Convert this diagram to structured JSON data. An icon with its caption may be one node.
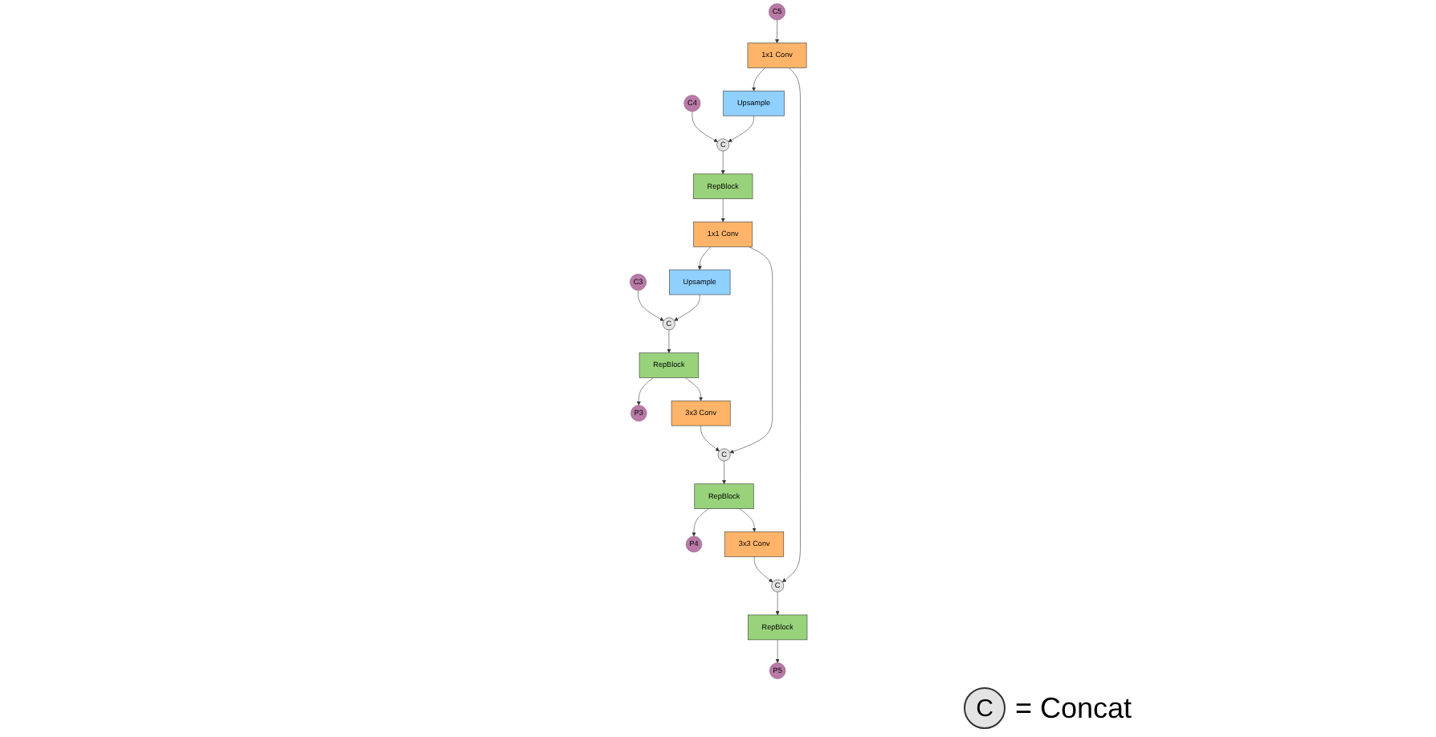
{
  "diagram": {
    "nodes": [
      {
        "text": [
          "C3"
        ]
      },
      {
        "text": [
          "C"
        ]
      },
      {
        "text": [
          "RepBlock"
        ]
      },
      {
        "text": [
          "P3"
        ]
      },
      {
        "text": [
          "Upsample"
        ]
      },
      {
        "text": [
          "3x3 Conv"
        ]
      },
      {
        "text": [
          "1x1 Conv"
        ]
      },
      {
        "text": [
          "C"
        ]
      },
      {
        "text": [
          "RepBlock"
        ]
      },
      {
        "text": [
          "RepBlock"
        ]
      },
      {
        "text": [
          "C4"
        ]
      },
      {
        "text": [
          "C"
        ]
      },
      {
        "text": [
          "P4"
        ]
      },
      {
        "text": [
          "3x3 Conv"
        ]
      },
      {
        "text": [
          "Upsample"
        ]
      },
      {
        "text": [
          "C"
        ]
      },
      {
        "text": [
          "C5"
        ]
      },
      {
        "text": [
          "1x1 Conv"
        ]
      },
      {
        "text": [
          "RepBlock"
        ]
      },
      {
        "text": [
          "P5"
        ]
      }
    ],
    "edges": [
      {
        "from": 0,
        "to": 1,
        "arrow": "to"
      },
      {
        "from": 1,
        "to": 2,
        "arrow": "to"
      },
      {
        "from": 2,
        "to": 3,
        "arrow": "to"
      },
      {
        "from": 4,
        "to": 1,
        "arrow": "to"
      },
      {
        "from": 2,
        "to": 5,
        "arrow": "to"
      },
      {
        "from": 6,
        "to": 4,
        "arrow": "to"
      },
      {
        "from": 6,
        "to": 7,
        "arrow": "to"
      },
      {
        "from": 5,
        "to": 7,
        "arrow": "to"
      },
      {
        "from": 7,
        "to": 9,
        "arrow": "to"
      },
      {
        "from": 8,
        "to": 6,
        "arrow": "to"
      },
      {
        "from": 11,
        "to": 8,
        "arrow": "to"
      },
      {
        "from": 10,
        "to": 11,
        "arrow": "to"
      },
      {
        "from": 9,
        "to": 12,
        "arrow": "to"
      },
      {
        "from": 9,
        "to": 13,
        "arrow": "to"
      },
      {
        "from": 14,
        "to": 11,
        "arrow": "to"
      },
      {
        "from": 13,
        "to": 15,
        "arrow": "to"
      },
      {
        "from": 17,
        "to": 14,
        "arrow": "to"
      },
      {
        "from": 17,
        "to": 15,
        "arrow": "to"
      },
      {
        "from": 16,
        "to": 17,
        "arrow": "to"
      },
      {
        "from": 15,
        "to": 18,
        "arrow": "to"
      },
      {
        "from": 18,
        "to": 19,
        "arrow": "to"
      }
    ],
    "labels": [
      "C"
    ],
    "legend": [
      {
        "text": "= Concat"
      }
    ]
  }
}
